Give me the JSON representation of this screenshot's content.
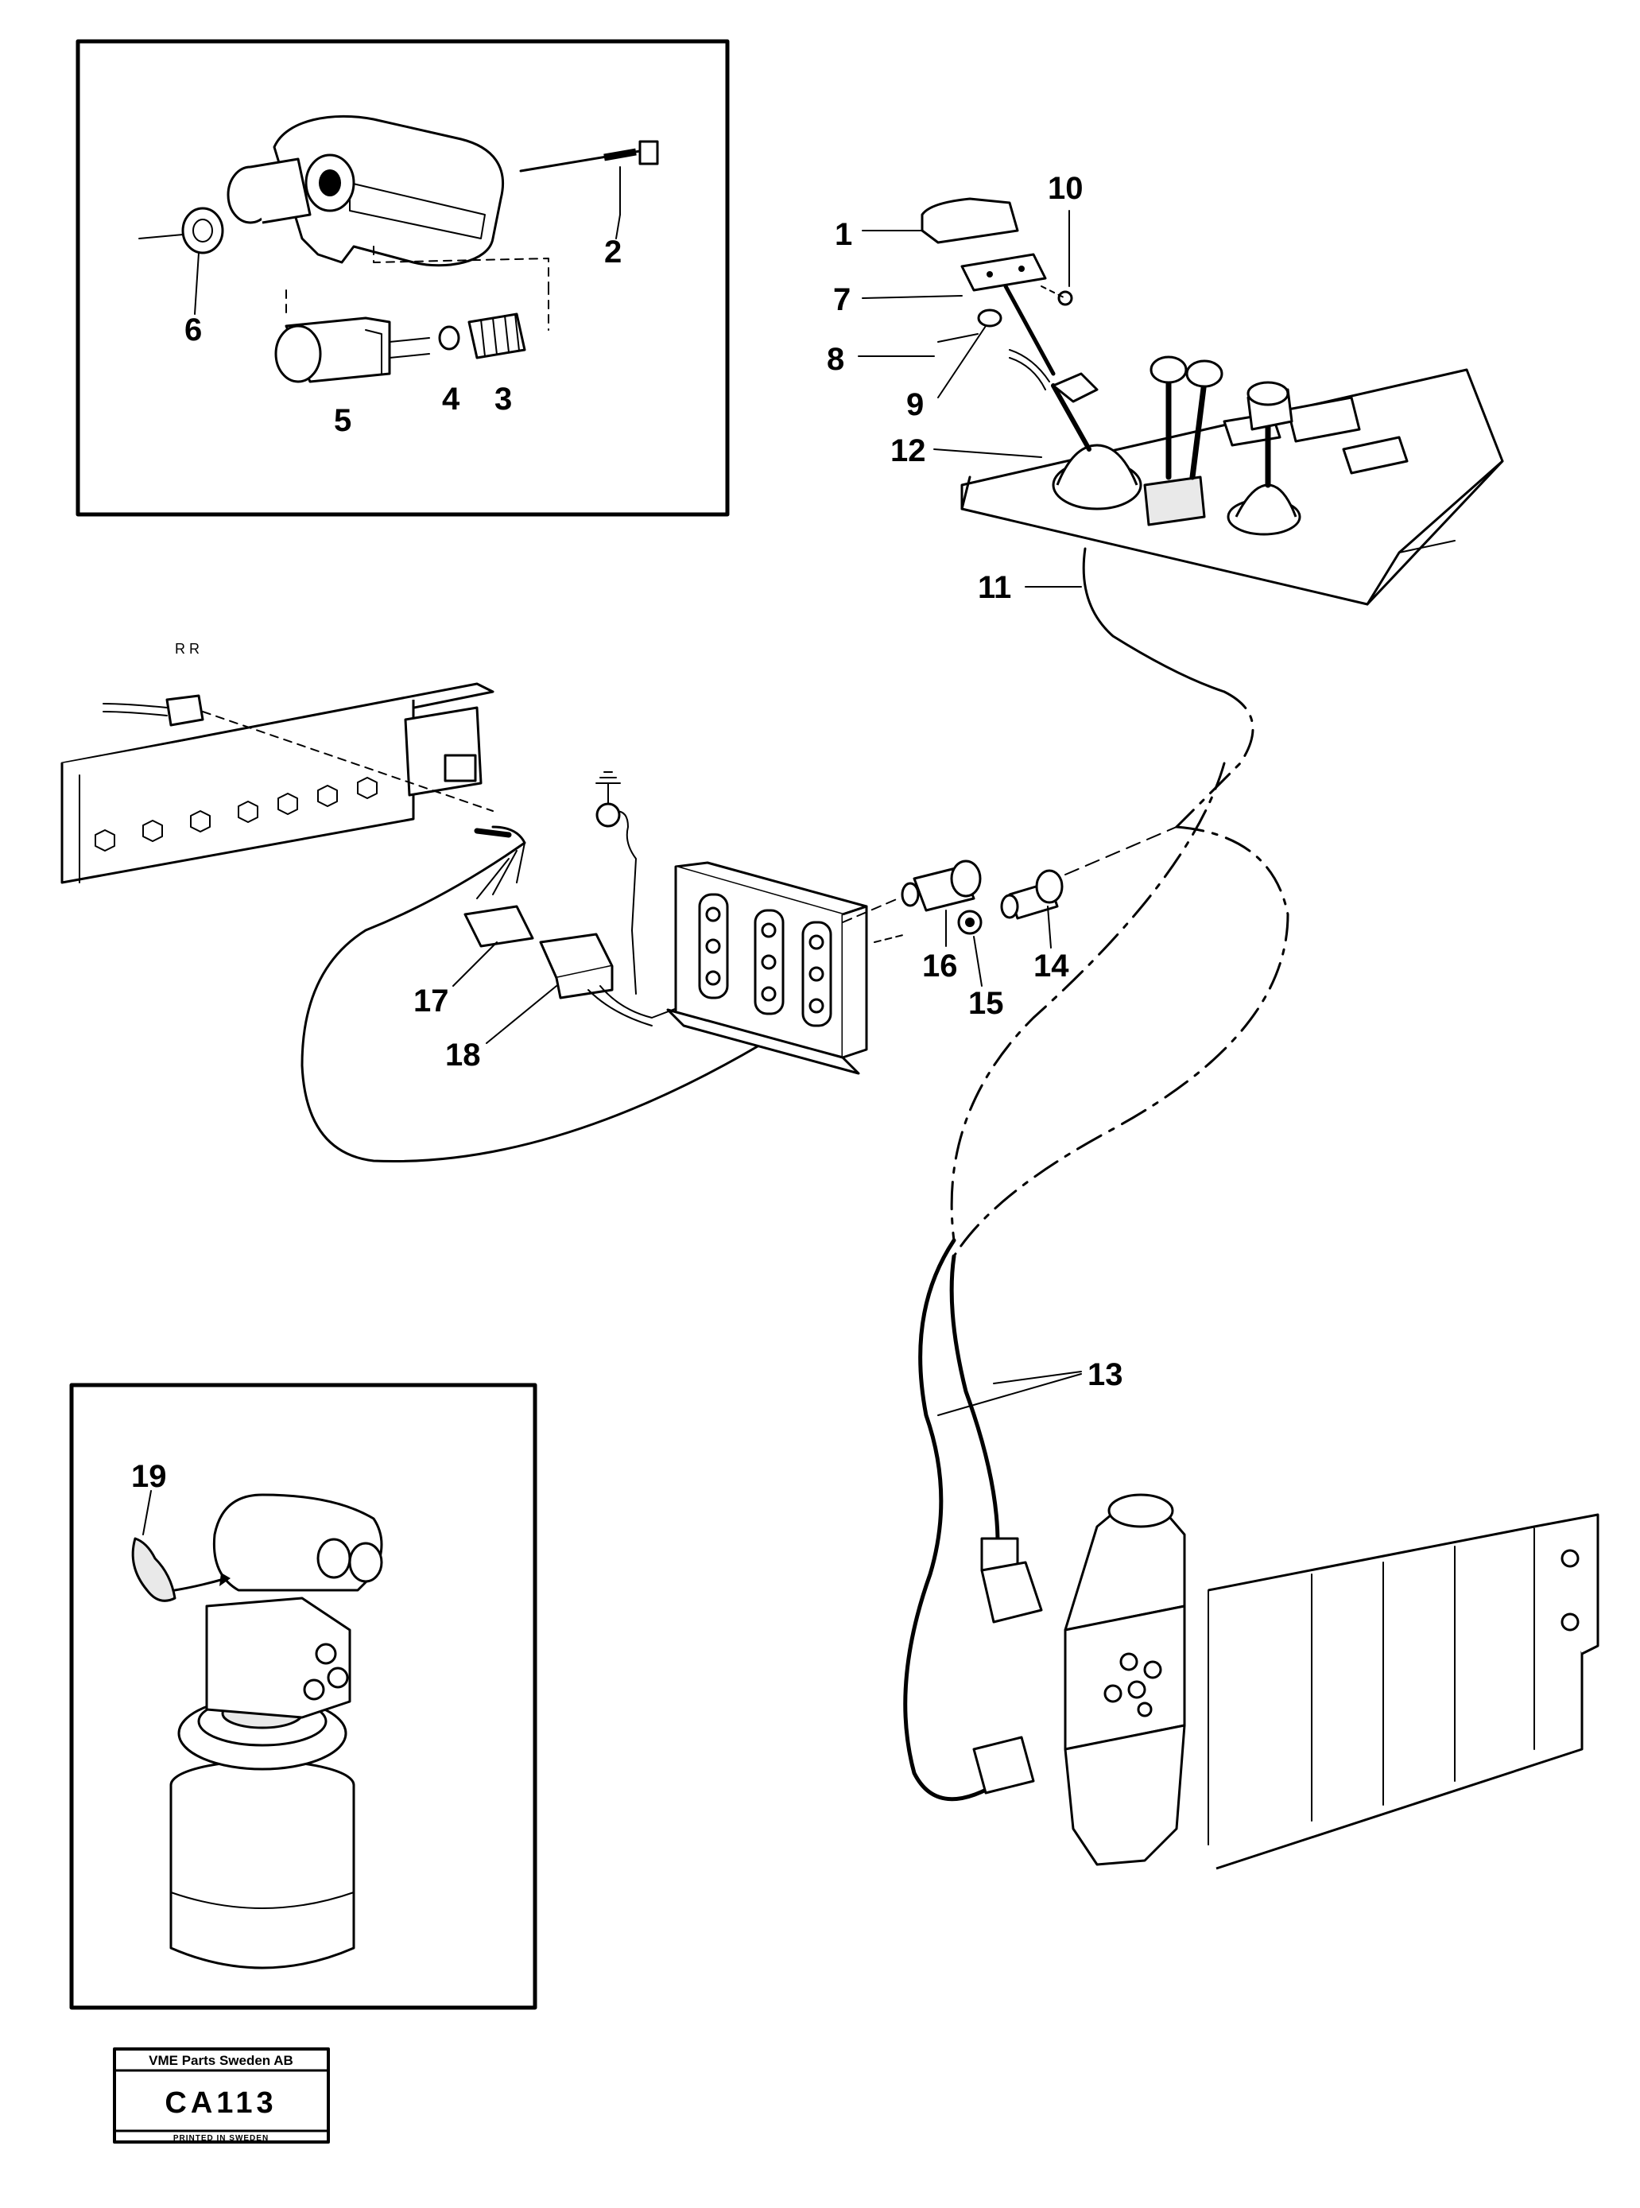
{
  "diagram": {
    "callouts": {
      "c1": "1",
      "c2": "2",
      "c3": "3",
      "c4": "4",
      "c5": "5",
      "c6": "6",
      "c7": "7",
      "c8": "8",
      "c9": "9",
      "c10": "10",
      "c11": "11",
      "c12": "12",
      "c13": "13",
      "c14": "14",
      "c15": "15",
      "c16": "16",
      "c17": "17",
      "c18": "18",
      "c19": "19"
    },
    "wire_marking": "R R"
  },
  "stamp": {
    "company": "VME Parts Sweden AB",
    "code": "CA113",
    "printed": "PRINTED IN SWEDEN"
  }
}
